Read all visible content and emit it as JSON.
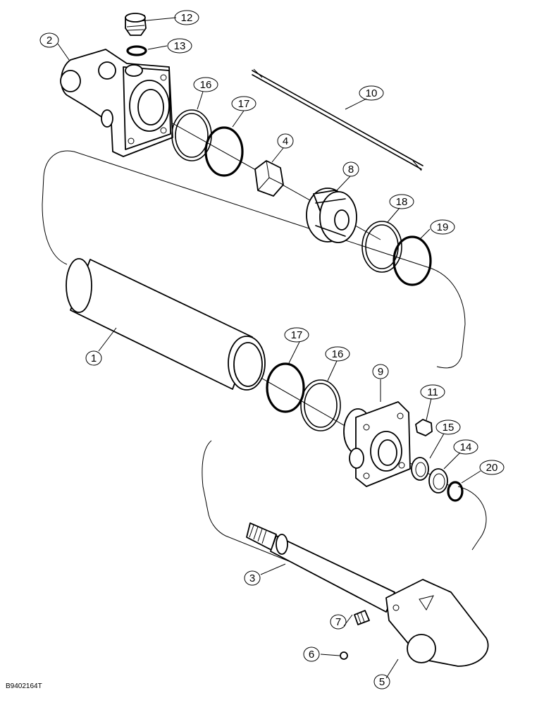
{
  "callouts": [
    "1",
    "2",
    "3",
    "4",
    "5",
    "6",
    "7",
    "8",
    "9",
    "10",
    "11",
    "12",
    "13",
    "14",
    "15",
    "16",
    "17",
    "18",
    "19",
    "20"
  ],
  "drawing_code": "B9402164T"
}
